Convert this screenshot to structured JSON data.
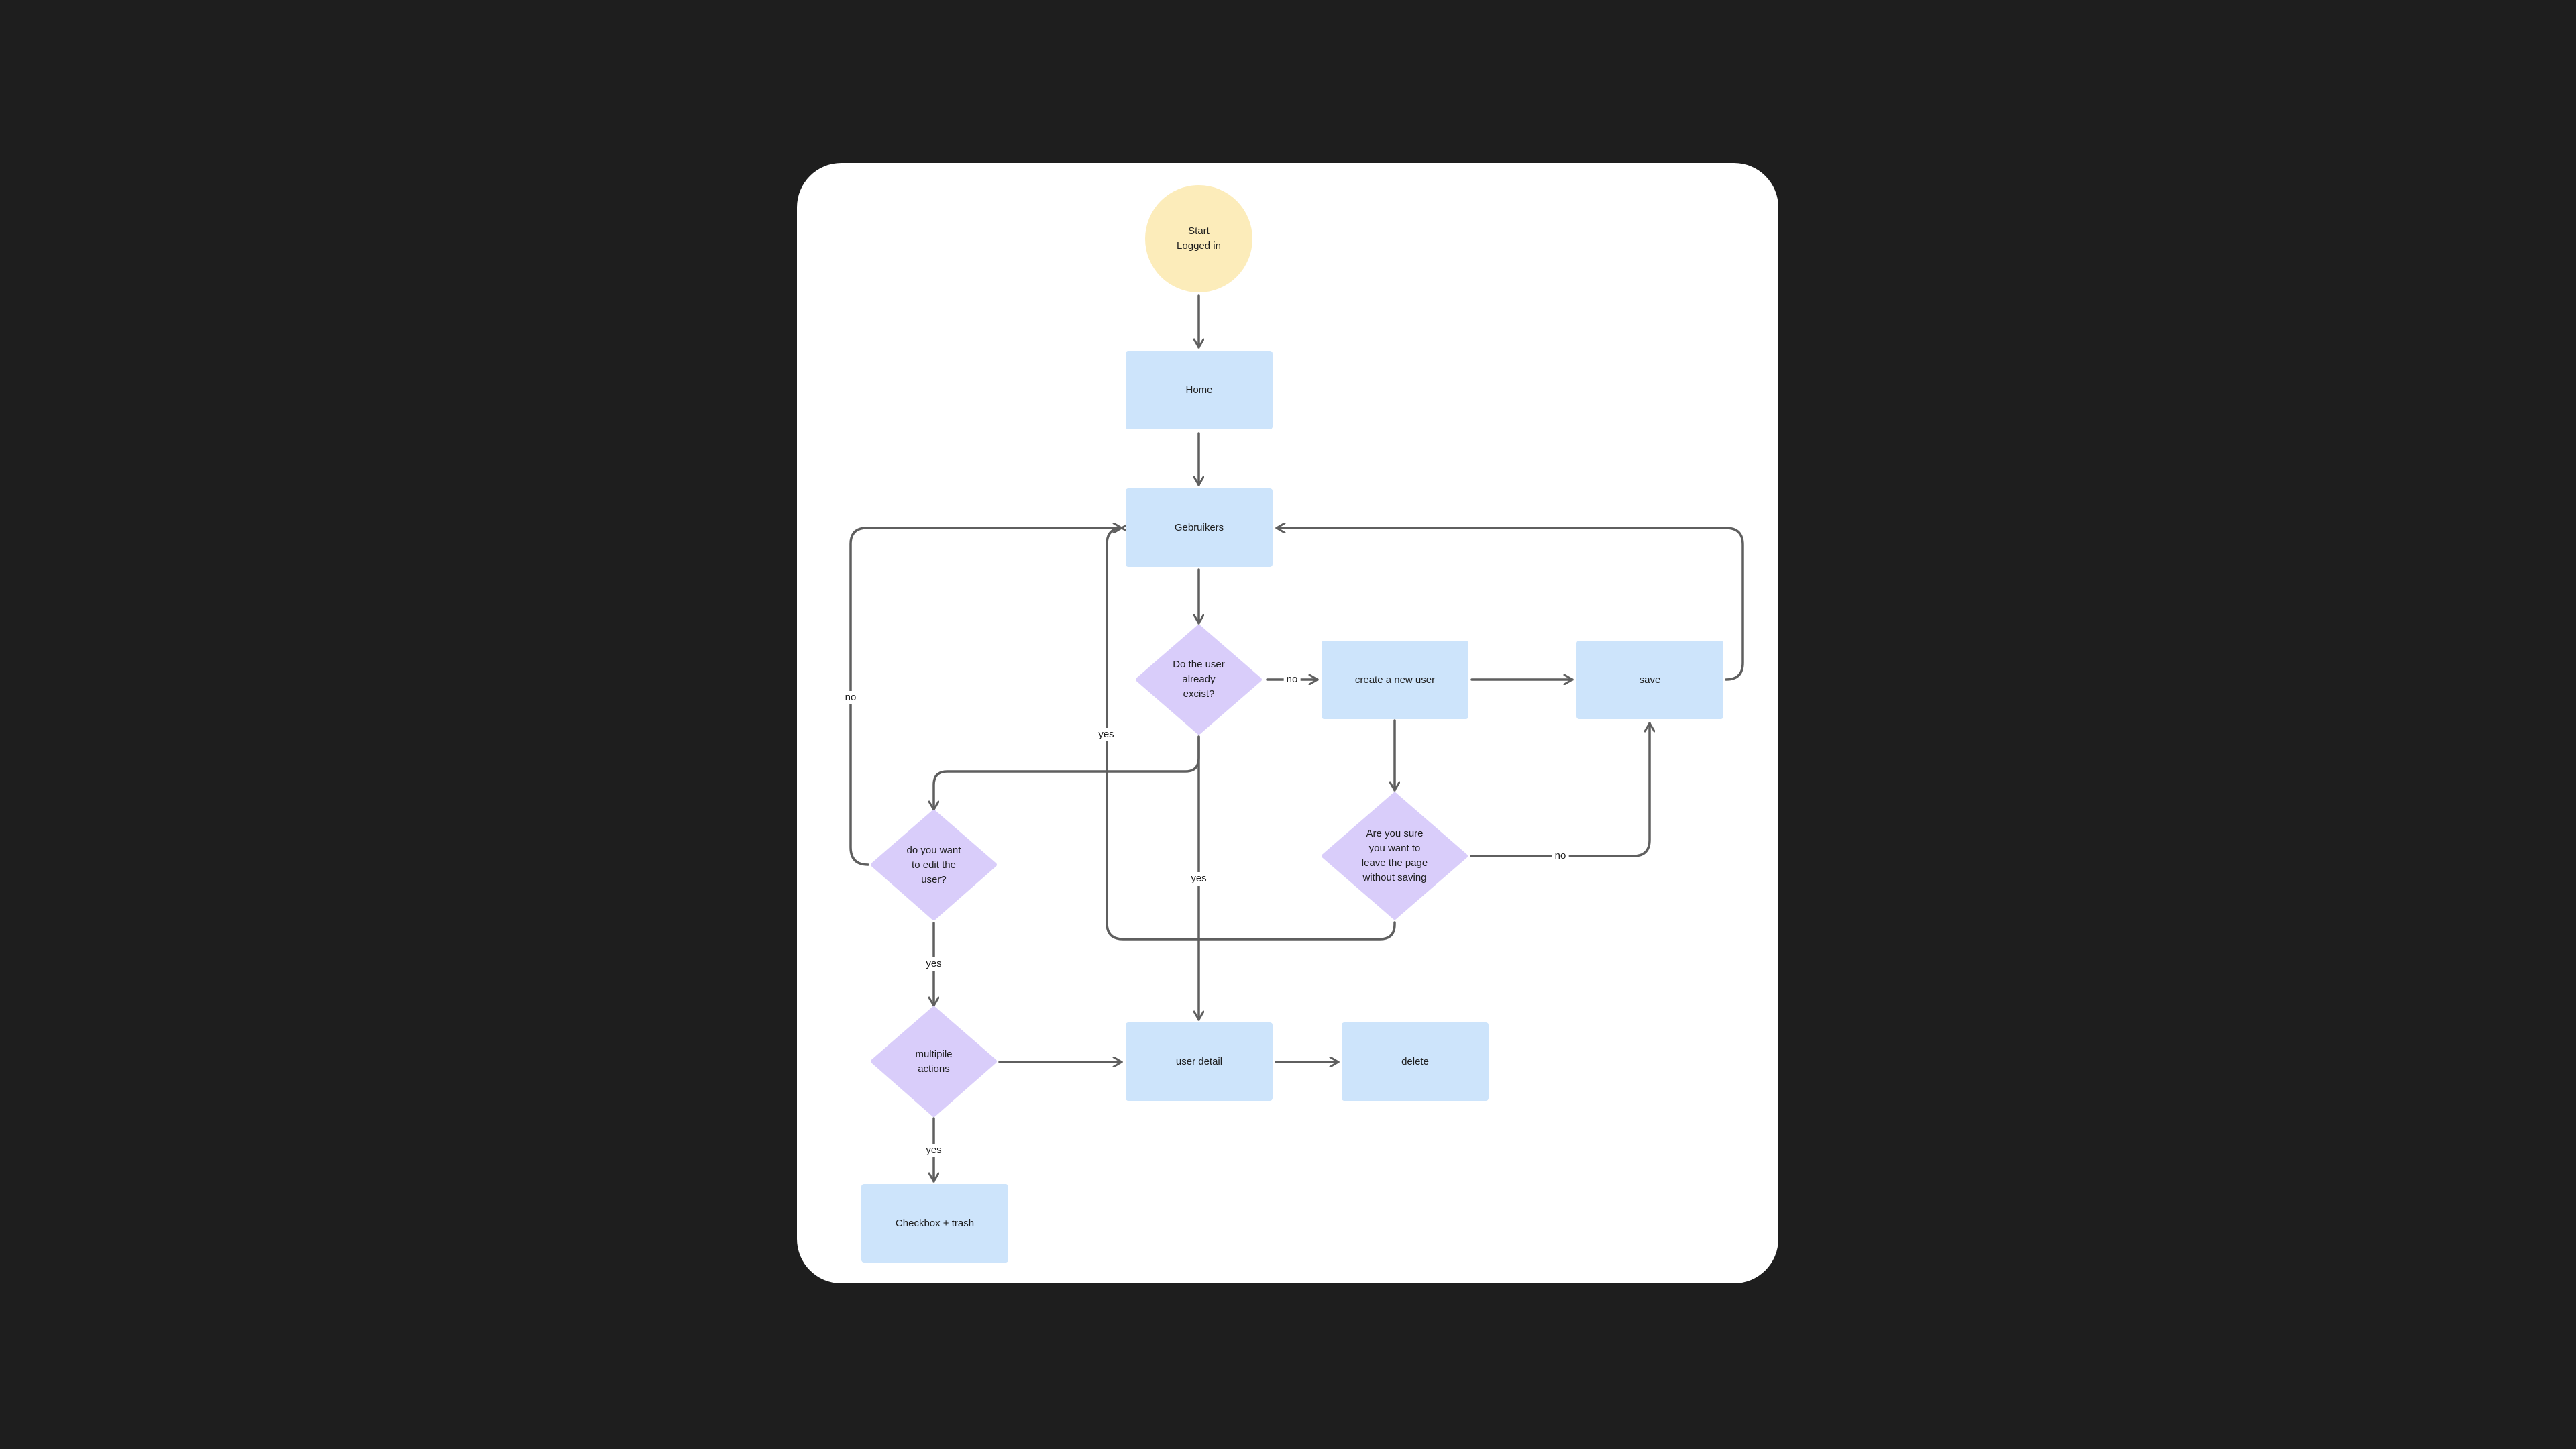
{
  "nodes": {
    "start": "Start\nLogged in",
    "home": "Home",
    "gebruikers": "Gebruikers",
    "user_exists_question": "Do the user\nalready\nexcist?",
    "create_new_user": "create a new user",
    "save": "save",
    "edit_user_question": "do you want\nto edit the\nuser?",
    "leave_page_question": "Are you sure\nyou want to\nleave the page\nwithout saving",
    "multiple_actions_question": "multipile\nactions",
    "user_detail": "user detail",
    "delete": "delete",
    "checkbox_trash": "Checkbox + trash"
  },
  "edge_labels": {
    "exists_no": "no",
    "edit_no": "no",
    "leave_yes": "yes",
    "exists_yes": "yes",
    "leave_no": "no",
    "edit_yes": "yes",
    "multiple_yes": "yes"
  },
  "colors": {
    "background": "#1e1e1e",
    "board": "#ffffff",
    "process_fill": "#cde4fb",
    "decision_fill": "#d9cdfa",
    "start_fill": "#fcecba",
    "connector": "#5f5f5f",
    "text": "#1e1e1e"
  }
}
